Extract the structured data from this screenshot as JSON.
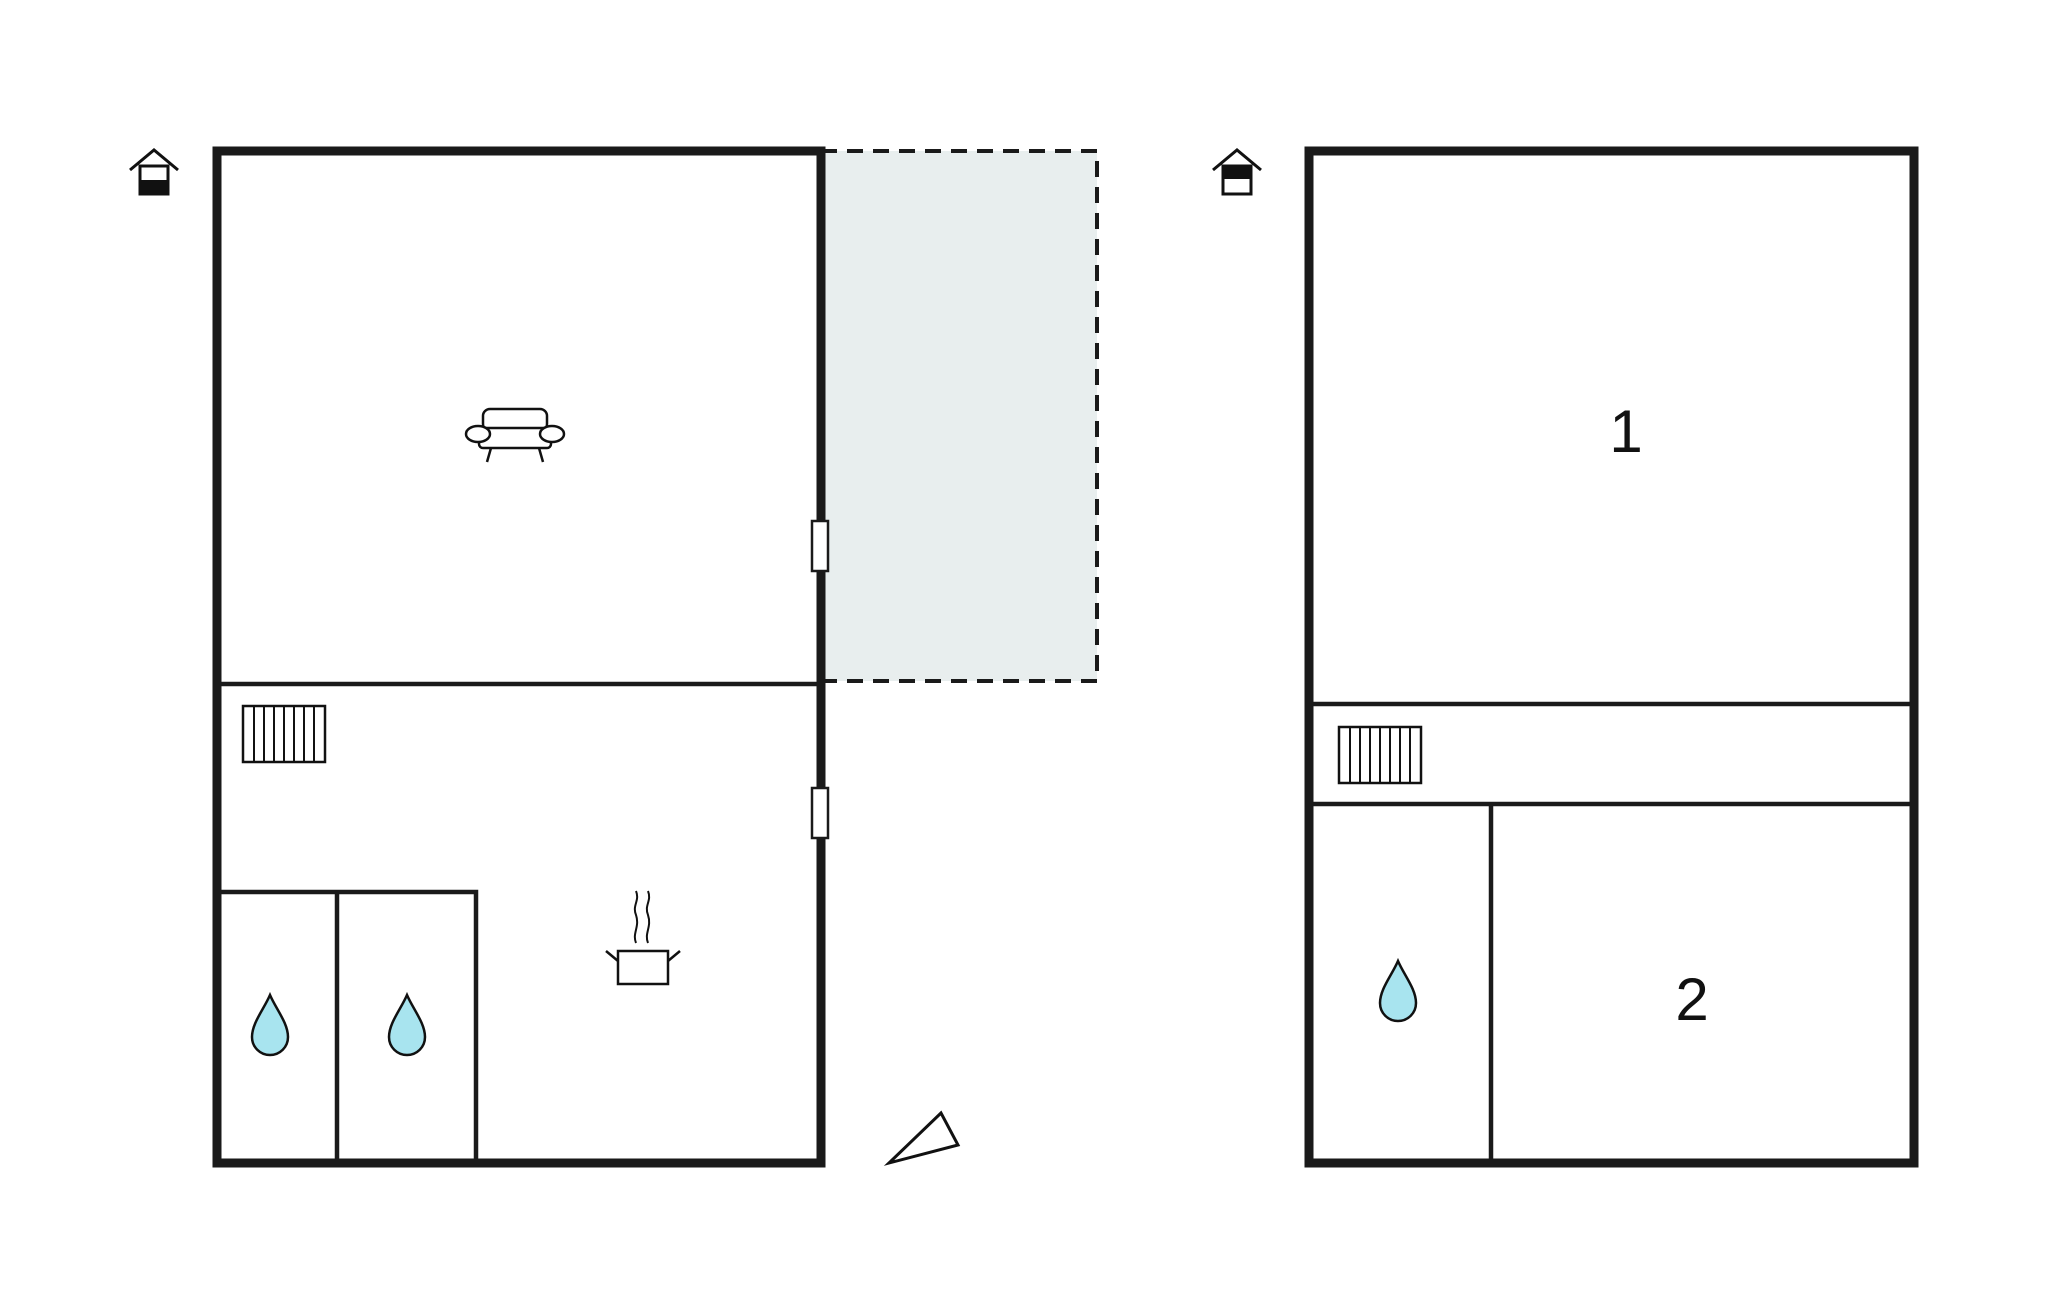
{
  "floors": [
    {
      "name": "ground-floor",
      "rooms": [
        {
          "id": "living-room",
          "icon": "sofa-icon"
        },
        {
          "id": "kitchen",
          "icon": "cooking-pot-icon"
        },
        {
          "id": "bathroom-a",
          "icon": "water-drop-icon"
        },
        {
          "id": "bathroom-b",
          "icon": "water-drop-icon"
        }
      ],
      "features": [
        "stairs-icon",
        "terrace",
        "door-icon",
        "door-icon",
        "floor-level-icon"
      ]
    },
    {
      "name": "upper-floor",
      "rooms": [
        {
          "id": "bedroom-1",
          "label": "1"
        },
        {
          "id": "bedroom-2",
          "label": "2"
        },
        {
          "id": "bathroom-c",
          "icon": "water-drop-icon"
        }
      ],
      "features": [
        "stairs-icon",
        "floor-level-icon"
      ]
    }
  ],
  "colors": {
    "wall": "#1a1a1a",
    "terrace_fill": "#e8eeee",
    "water": "#a8e4ef"
  },
  "north_arrow": "north-arrow-icon"
}
